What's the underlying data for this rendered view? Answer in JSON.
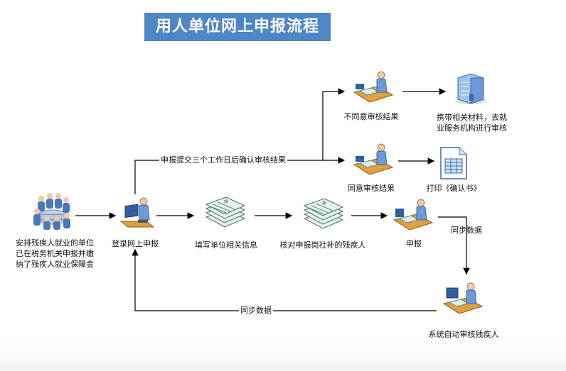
{
  "title": "用人单位网上申报流程",
  "nodes": {
    "employer": {
      "lines": [
        "安排残疾人就业的单位",
        "已在税务机关申报并缴",
        "纳了残疾人就业保障金"
      ]
    },
    "login": {
      "label": "登录网上申报"
    },
    "fill": {
      "label": "填写单位相关信息"
    },
    "verify": {
      "label": "核对申报岗社补的残疾人"
    },
    "submit": {
      "label": "申报"
    },
    "auto_review": {
      "label": "系统自动审核残疾人"
    },
    "agree": {
      "label": "同意审核结果"
    },
    "disagree": {
      "label": "不同意审核结果"
    },
    "print": {
      "label": "打印《确认书》"
    },
    "bring": {
      "lines": [
        "携带相关材料，去就",
        "业服务机构进行审核"
      ]
    }
  },
  "edges": {
    "confirm": "申报提交三个工作日后确认审核结果",
    "sync_down": "同步数据",
    "sync_back": "同步数据"
  }
}
